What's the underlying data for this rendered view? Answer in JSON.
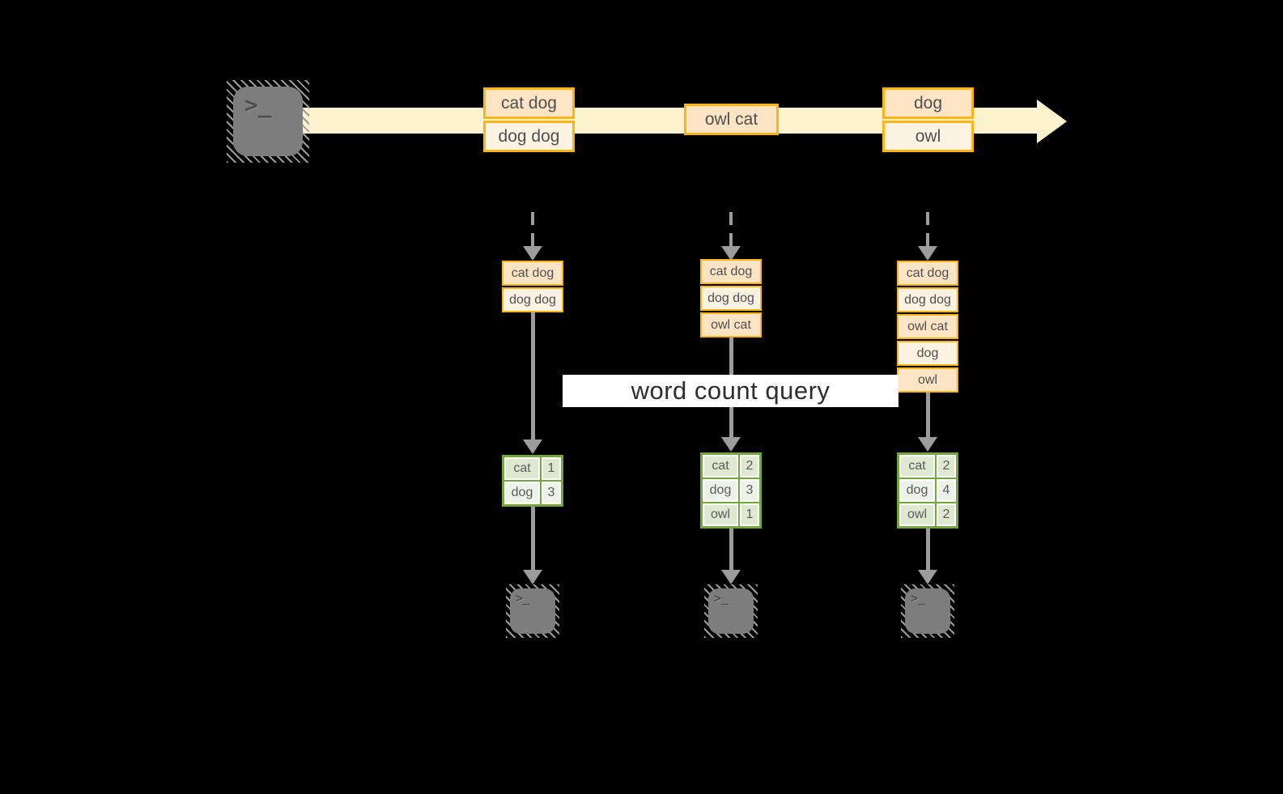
{
  "colors": {
    "background": "#000000",
    "stream_band": "#fdf3cf",
    "box_border_orange": "#fcb515",
    "box_fill_peach": "#fde4c4",
    "box_fill_cream": "#fdf3e3",
    "table_border_green": "#74a83f",
    "table_cell_green": "#dfe9d2",
    "table_cell_green_light": "#eef3e9",
    "arrow_gray": "#9c9c9c",
    "terminal_gray": "#7d7d7d",
    "banner_bg": "#ffffff",
    "banner_text": "#2e2e2e"
  },
  "banner": {
    "label": "word count query"
  },
  "terminal": {
    "chevron": ">",
    "underscore": "_"
  },
  "stream": {
    "batches": [
      {
        "rows": [
          "cat dog",
          "dog dog"
        ]
      },
      {
        "rows": [
          "owl cat"
        ]
      },
      {
        "rows": [
          "dog",
          "owl"
        ]
      }
    ]
  },
  "columns": [
    {
      "state_rows": [
        "cat dog",
        "dog dog"
      ],
      "counts": [
        {
          "word": "cat",
          "count": "1"
        },
        {
          "word": "dog",
          "count": "3"
        }
      ]
    },
    {
      "state_rows": [
        "cat dog",
        "dog dog",
        "owl cat"
      ],
      "counts": [
        {
          "word": "cat",
          "count": "2"
        },
        {
          "word": "dog",
          "count": "3"
        },
        {
          "word": "owl",
          "count": "1"
        }
      ]
    },
    {
      "state_rows": [
        "cat dog",
        "dog dog",
        "owl cat",
        "dog",
        "owl"
      ],
      "counts": [
        {
          "word": "cat",
          "count": "2"
        },
        {
          "word": "dog",
          "count": "4"
        },
        {
          "word": "owl",
          "count": "2"
        }
      ]
    }
  ]
}
